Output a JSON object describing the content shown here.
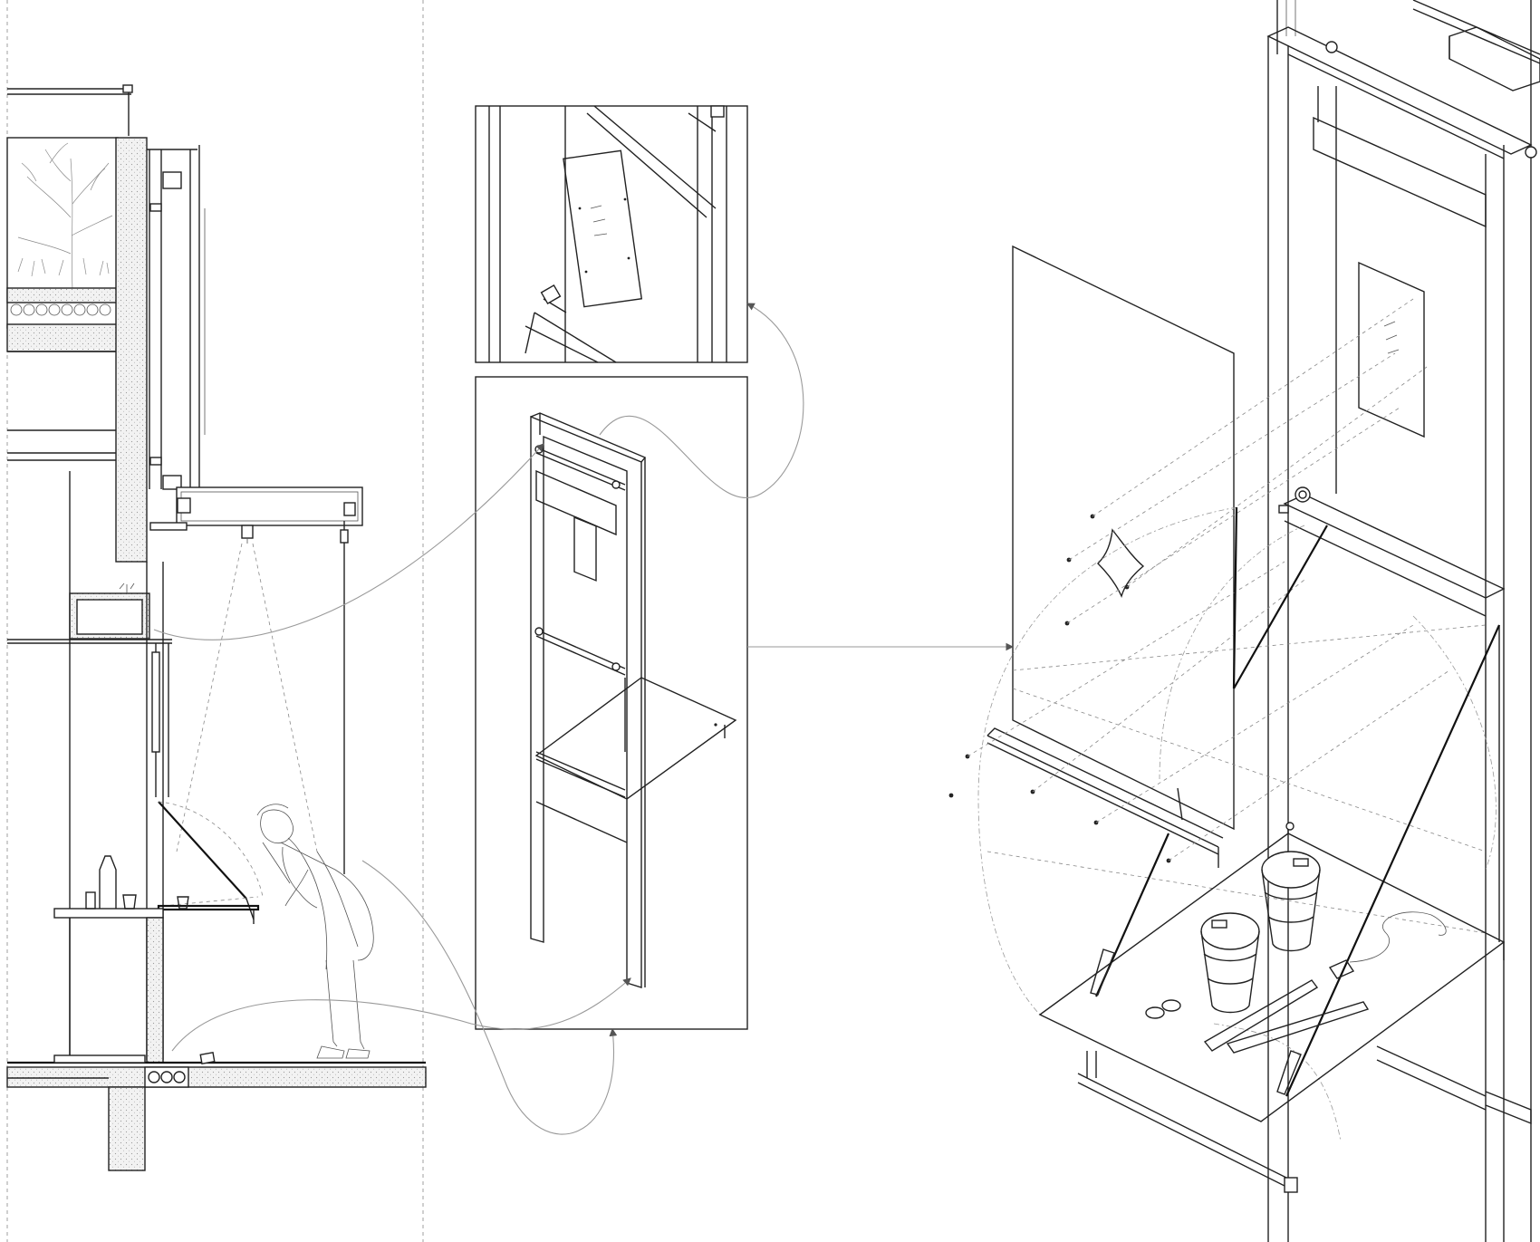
{
  "drawing": {
    "panels": [
      "section",
      "detail-top",
      "detail-frame",
      "exploded-axonometric"
    ],
    "colors": {
      "ink": "#222222",
      "guide": "#9a9a9a",
      "paper": "#ffffff"
    }
  }
}
